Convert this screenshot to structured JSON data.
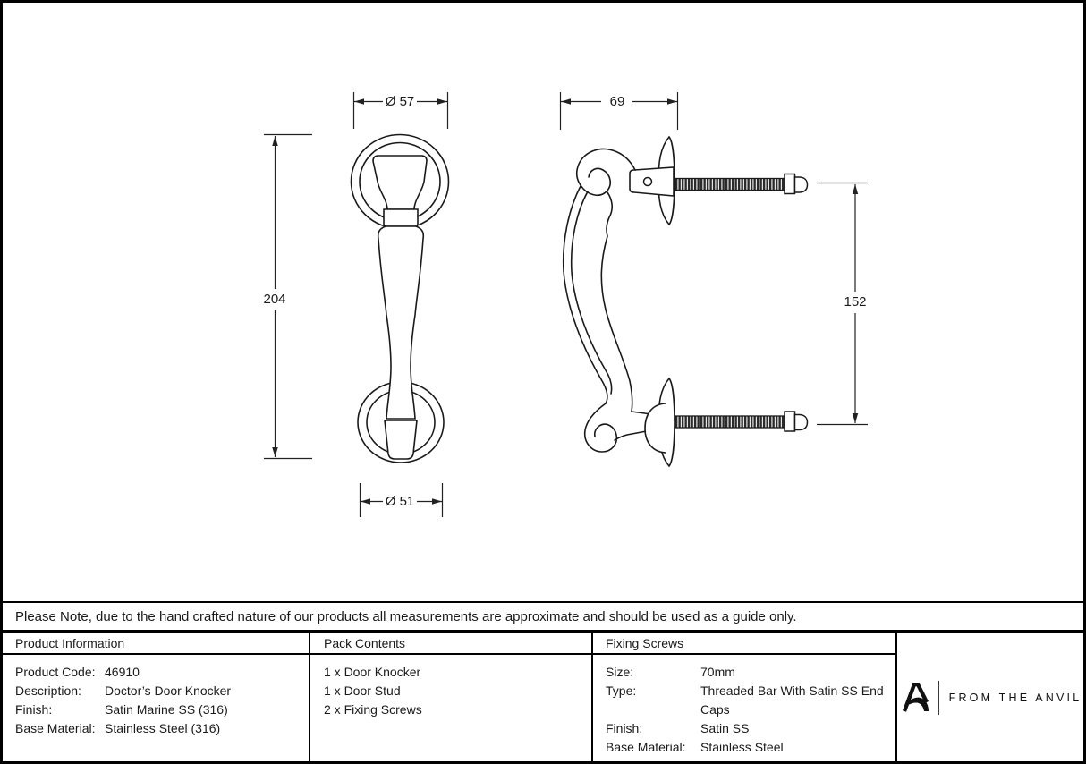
{
  "drawing": {
    "front_view": {
      "width_top": "Ø 57",
      "height": "204",
      "width_bottom": "Ø 51"
    },
    "side_view": {
      "depth": "69",
      "screw_length": "152"
    }
  },
  "note": "Please Note, due to the hand crafted nature of our products all measurements are approximate and should be used as a guide only.",
  "table": {
    "product_information": {
      "header": "Product Information",
      "rows": [
        {
          "label": "Product Code:",
          "value": "46910"
        },
        {
          "label": "Description:",
          "value": "Doctor’s Door Knocker"
        },
        {
          "label": "Finish:",
          "value": "Satin Marine SS (316)"
        },
        {
          "label": "Base Material:",
          "value": "Stainless Steel (316)"
        }
      ]
    },
    "pack_contents": {
      "header": "Pack Contents",
      "items": [
        "1 x Door Knocker",
        "1 x Door Stud",
        "2 x Fixing Screws"
      ]
    },
    "fixing_screws": {
      "header": "Fixing Screws",
      "rows": [
        {
          "label": "Size:",
          "value": "70mm"
        },
        {
          "label": "Type:",
          "value": "Threaded Bar With Satin SS End Caps"
        },
        {
          "label": "Finish:",
          "value": "Satin SS"
        },
        {
          "label": "Base Material:",
          "value": "Stainless Steel"
        }
      ]
    }
  },
  "brand": {
    "logo_text": "FROM THE ANVIL"
  }
}
